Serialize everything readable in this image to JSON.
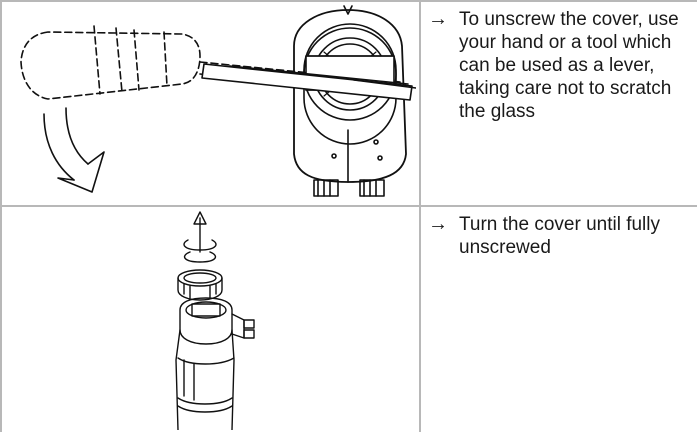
{
  "steps": [
    {
      "instruction": "To unscrew the cover, use your hand or a tool which can be used as a lever, taking care not to scratch the glass",
      "figure": "lever-tool-on-transmitter-cover-illustration"
    },
    {
      "instruction": "Turn the cover until fully unscrewed",
      "figure": "cover-unscrewed-from-housing-illustration"
    }
  ],
  "arrow_glyph": "→"
}
